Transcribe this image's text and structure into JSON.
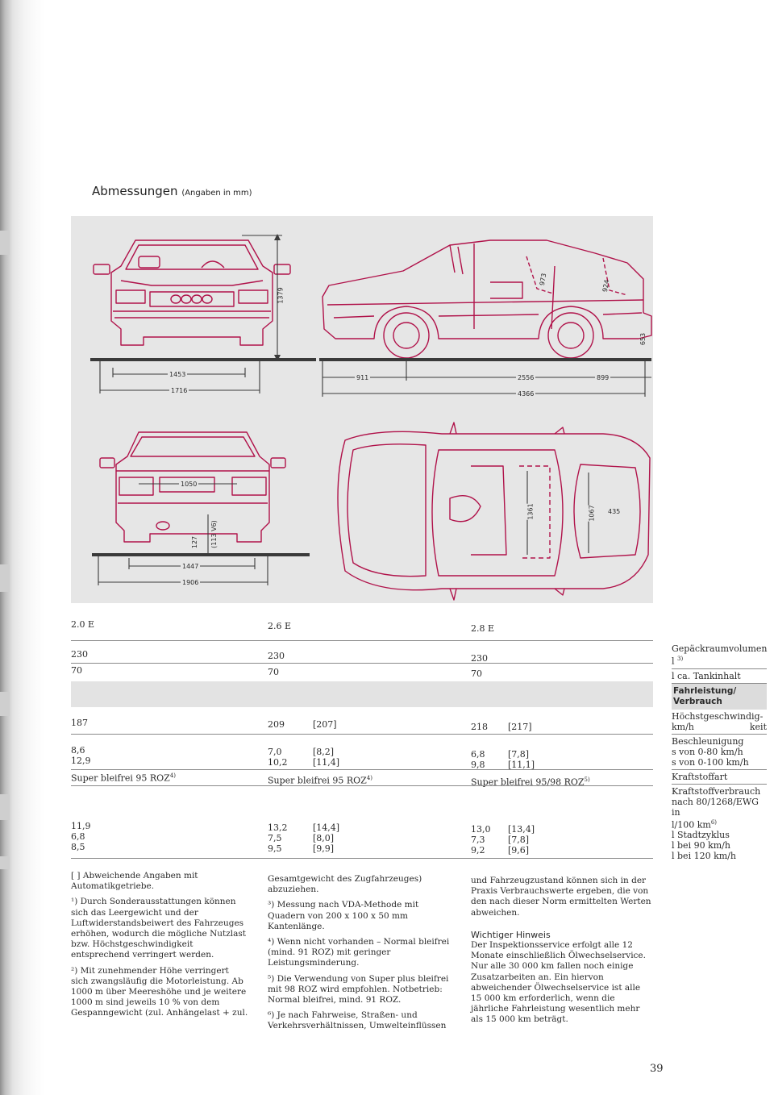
{
  "header": {
    "title": "Abmessungen",
    "title_unit": "(Angaben in mm)"
  },
  "dimensions": {
    "front_height": "1379",
    "front_track": "1453",
    "front_width": "1716",
    "side_front_overhang": "911",
    "side_wheelbase": "2556",
    "side_rear_overhang": "899",
    "side_length": "4366",
    "side_headroom_front": "973",
    "side_headroom_rear": "924",
    "side_door_height": "653",
    "rear_trunk_width": "1050",
    "rear_ground_clearance": "127",
    "rear_ground_clearance_v6": "(113 V6)",
    "rear_track": "1447",
    "rear_width": "1906",
    "top_front_width": "1361",
    "top_rear_width": "1067",
    "top_trunk_depth": "435"
  },
  "specs": {
    "columns": [
      {
        "name": "2.0 E",
        "luggage": "230",
        "tank": "70",
        "top_speed": "187",
        "top_speed_alt": "",
        "accel_80": "8,6",
        "accel_80_alt": "",
        "accel_100": "12,9",
        "accel_100_alt": "",
        "fuel_type": "Super bleifrei 95 ROZ",
        "fuel_sup": "4)",
        "urban": "11,9",
        "urban_alt": "",
        "at90": "6,8",
        "at90_alt": "",
        "at120": "8,5",
        "at120_alt": ""
      },
      {
        "name": "2.6 E",
        "luggage": "230",
        "tank": "70",
        "top_speed": "209",
        "top_speed_alt": "[207]",
        "accel_80": "7,0",
        "accel_80_alt": "[8,2]",
        "accel_100": "10,2",
        "accel_100_alt": "[11,4]",
        "fuel_type": "Super bleifrei 95 ROZ",
        "fuel_sup": "4)",
        "urban": "13,2",
        "urban_alt": "[14,4]",
        "at90": "7,5",
        "at90_alt": "[8,0]",
        "at120": "9,5",
        "at120_alt": "[9,9]"
      },
      {
        "name": "2.8 E",
        "luggage": "230",
        "tank": "70",
        "top_speed": "218",
        "top_speed_alt": "[217]",
        "accel_80": "6,8",
        "accel_80_alt": "[7,8]",
        "accel_100": "9,8",
        "accel_100_alt": "[11,1]",
        "fuel_type": "Super bleifrei 95/98 ROZ",
        "fuel_sup": "5)",
        "urban": "13,0",
        "urban_alt": "[13,4]",
        "at90": "7,3",
        "at90_alt": "[7,8]",
        "at120": "9,2",
        "at120_alt": "[9,6]"
      }
    ],
    "labels": {
      "luggage": "Gepäckraumvolumen",
      "luggage_unit": "l",
      "luggage_sup": "3)",
      "tank": "l ca. Tankinhalt",
      "section": "Fahrleistung/ Verbrauch",
      "top_speed_1": "Höchstgeschwindig-",
      "top_speed_2a": "km/h",
      "top_speed_2b": "keit",
      "accel": "Beschleunigung",
      "accel_80": "s  von 0-80 km/h",
      "accel_100": "s  von 0-100 km/h",
      "fuel_type": "Kraftstoffart",
      "consumption_1": "Kraftstoffverbrauch",
      "consumption_2": "nach 80/1268/EWG in",
      "consumption_3": "l/100 km",
      "consumption_sup": "6)",
      "urban": "l  Stadtzyklus",
      "at90": "l  bei 90 km/h",
      "at120": "l  bei 120 km/h"
    }
  },
  "footnotes": {
    "col1": [
      "[ ] Abweichende Angaben mit Automatikgetriebe.",
      "¹) Durch Sonderausstattungen können sich das Leergewicht und der Luftwiderstandsbeiwert des Fahrzeuges erhöhen, wodurch die mögliche Nutzlast bzw. Höchstgeschwindigkeit entsprechend verringert werden.",
      "²) Mit zunehmender Höhe verringert sich zwangsläufig die Motorleistung. Ab 1000 m über Meereshöhe und je weitere 1000 m sind jeweils 10 % von dem Gespanngewicht (zul. Anhängelast + zul."
    ],
    "col2": [
      "Gesamtgewicht des Zugfahrzeuges) abzuziehen.",
      "³) Messung nach VDA-Methode mit Quadern von 200 x 100 x 50 mm Kantenlänge.",
      "⁴) Wenn nicht vorhanden – Normal bleifrei (mind. 91 ROZ) mit geringer Leistungsminderung.",
      "⁵) Die Verwendung von Super plus bleifrei mit 98 ROZ wird empfohlen. Notbetrieb: Normal bleifrei, mind. 91 ROZ.",
      "⁶) Je nach Fahrweise, Straßen- und Verkehrsverhältnissen, Umwelteinflüssen"
    ],
    "col3": "und Fahrzeugzustand können sich in der Praxis Verbrauchswerte ergeben, die von den nach dieser Norm ermittelten Werten abweichen.",
    "notice_title": "Wichtiger Hinweis",
    "notice_text": "Der Inspektionsservice erfolgt alle 12 Monate einschließlich Ölwechselservice. Nur alle 30 000 km fallen noch einige Zusatzarbeiten an. Ein hiervon abweichender Ölwechselservice ist alle 15 000 km erforderlich, wenn die jährliche Fahrleistung wesentlich mehr als 15 000 km beträgt."
  },
  "page_number": "39",
  "colors": {
    "drawing": "#b0124a",
    "ground": "#3a3a3a",
    "panel": "#e6e6e6"
  }
}
